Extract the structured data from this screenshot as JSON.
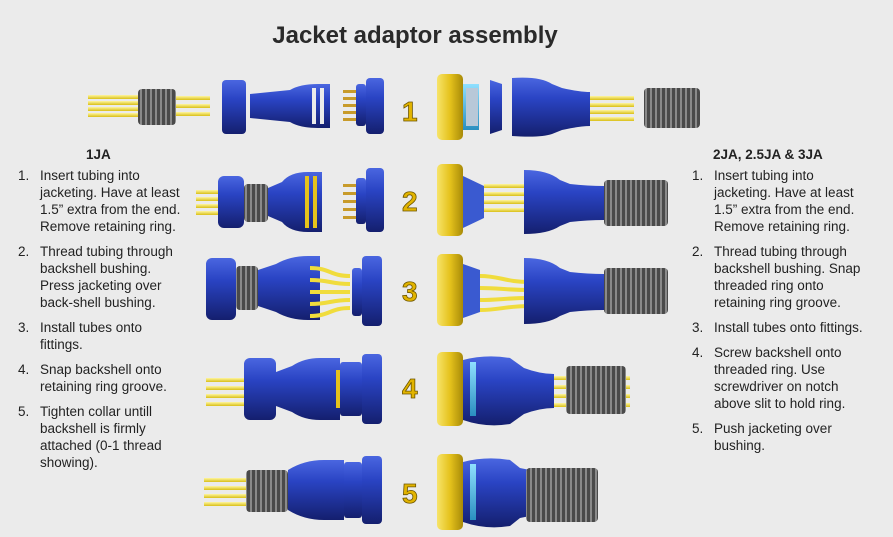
{
  "title": "Jacket adaptor assembly",
  "left_column": {
    "heading": "1JA",
    "steps": [
      {
        "num": "1.",
        "text": "Insert tubing into jacketing.  Have at least  1.5” extra from the end.  Remove retaining ring."
      },
      {
        "num": "2.",
        "text": "Thread tubing through backshell bushing.  Press jacketing over back-shell bushing."
      },
      {
        "num": "3.",
        "text": "Install tubes onto fittings."
      },
      {
        "num": "4.",
        "text": "Snap backshell onto retaining ring groove."
      },
      {
        "num": "5.",
        "text": "Tighten collar untill backshell is firmly attached (0-1 thread showing)."
      }
    ]
  },
  "right_column": {
    "heading": "2JA, 2.5JA & 3JA",
    "steps": [
      {
        "num": "1.",
        "text": "Insert tubing into jacketing.  Have at least  1.5” extra from the end.  Remove retaining ring."
      },
      {
        "num": "2.",
        "text": "Thread tubing through backshell bushing.  Snap threaded ring onto retaining ring groove."
      },
      {
        "num": "3.",
        "text": "Install tubes onto fittings."
      },
      {
        "num": "4.",
        "text": "Screw backshell onto threaded ring.  Use screwdriver on notch above slit to hold ring."
      },
      {
        "num": "5.",
        "text": "Push jacketing over bushing."
      }
    ]
  },
  "step_numbers": [
    "1",
    "2",
    "3",
    "4",
    "5"
  ],
  "colors": {
    "background": "#ebebeb",
    "connector_blue": "#2038b0",
    "tubing_yellow": "#f0dc3c",
    "collar_gold": "#e5c21c",
    "jacketing_gray": "#5b5b5b",
    "pin_brass": "#c89b2a",
    "step_number": "#e2b400"
  }
}
